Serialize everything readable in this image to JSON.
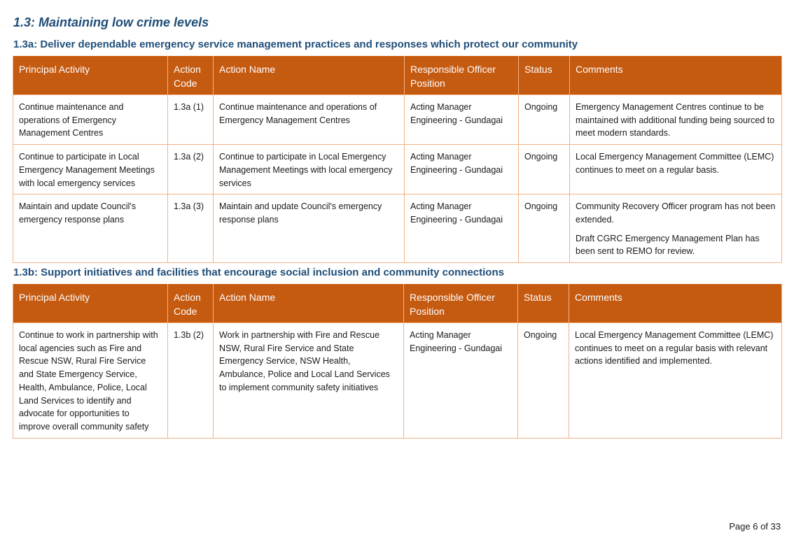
{
  "page_title": "1.3: Maintaining low crime levels",
  "columns": [
    "Principal Activity",
    "Action Code",
    "Action Name",
    "Responsible Officer Position",
    "Status",
    "Comments"
  ],
  "section_a": {
    "heading": "1.3a: Deliver dependable emergency service management practices and responses which protect our community",
    "rows": [
      {
        "principal_activity": "Continue maintenance and operations of Emergency Management Centres",
        "action_code": "1.3a (1)",
        "action_name": "Continue maintenance and operations of Emergency Management Centres",
        "officer": "Acting Manager Engineering - Gundagai",
        "status": "Ongoing",
        "comments": [
          "Emergency Management Centres continue to be maintained with additional funding being sourced to meet modern standards."
        ]
      },
      {
        "principal_activity": "Continue to participate in Local Emergency Management Meetings with local emergency services",
        "action_code": "1.3a (2)",
        "action_name": "Continue to participate in Local Emergency Management Meetings with local emergency services",
        "officer": "Acting Manager Engineering - Gundagai",
        "status": "Ongoing",
        "comments": [
          "Local Emergency Management Committee (LEMC) continues to meet on a regular basis."
        ]
      },
      {
        "principal_activity": "Maintain and update Council's emergency response plans",
        "action_code": "1.3a (3)",
        "action_name": "Maintain and update Council's emergency response plans",
        "officer": "Acting Manager Engineering - Gundagai",
        "status": "Ongoing",
        "comments": [
          "Community Recovery Officer program has not been extended.",
          "Draft CGRC Emergency Management Plan has been sent to REMO for review."
        ]
      }
    ]
  },
  "section_b": {
    "heading": "1.3b: Support initiatives and facilities that encourage social inclusion and community connections",
    "rows": [
      {
        "principal_activity": "Continue to work in partnership with local agencies such as Fire and Rescue NSW, Rural Fire Service and State Emergency Service, Health, Ambulance, Police, Local Land Services to identify and advocate for opportunities to improve overall community safety",
        "action_code": "1.3b (2)",
        "action_name": "Work in partnership with Fire and Rescue NSW, Rural Fire Service and State Emergency Service, NSW Health, Ambulance, Police and Local Land Services to implement community safety initiatives",
        "officer": "Acting Manager Engineering - Gundagai",
        "status": "Ongoing",
        "comments": [
          "Local Emergency Management Committee (LEMC) continues to meet on a regular basis with relevant actions identified and implemented."
        ]
      }
    ]
  },
  "footer": {
    "page_number": "Page 6 of 33"
  }
}
